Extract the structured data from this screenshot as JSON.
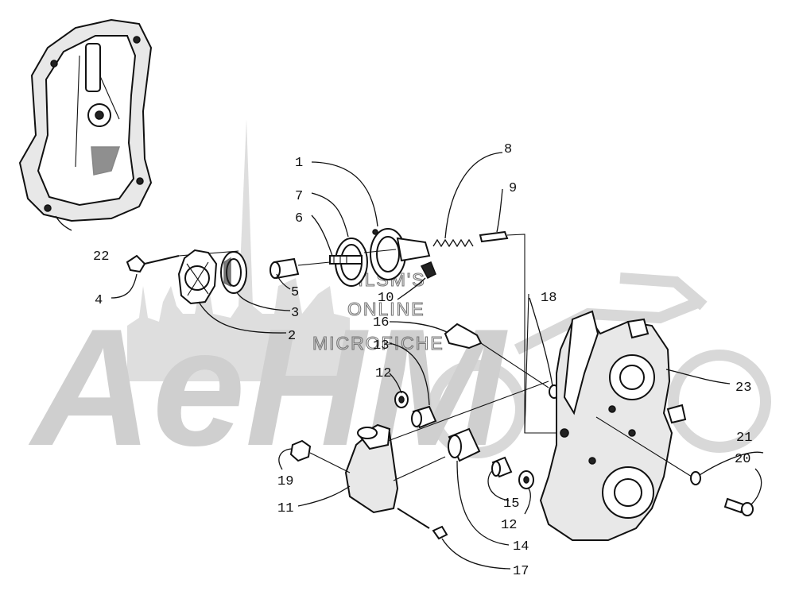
{
  "watermark": {
    "brand": "AeHM",
    "lines": [
      "HLSM'S",
      "ONLINE",
      "MICROFICHE"
    ]
  },
  "callouts": [
    {
      "id": "1",
      "text": "1"
    },
    {
      "id": "2",
      "text": "2"
    },
    {
      "id": "3",
      "text": "3"
    },
    {
      "id": "4",
      "text": "4"
    },
    {
      "id": "5",
      "text": "5"
    },
    {
      "id": "6",
      "text": "6"
    },
    {
      "id": "7",
      "text": "7"
    },
    {
      "id": "8",
      "text": "8"
    },
    {
      "id": "9",
      "text": "9"
    },
    {
      "id": "10",
      "text": "10"
    },
    {
      "id": "11",
      "text": "11"
    },
    {
      "id": "12a",
      "text": "12"
    },
    {
      "id": "12b",
      "text": "12"
    },
    {
      "id": "13",
      "text": "13"
    },
    {
      "id": "14",
      "text": "14"
    },
    {
      "id": "15",
      "text": "15"
    },
    {
      "id": "16",
      "text": "16"
    },
    {
      "id": "17",
      "text": "17"
    },
    {
      "id": "18",
      "text": "18"
    },
    {
      "id": "19",
      "text": "19"
    },
    {
      "id": "20",
      "text": "20"
    },
    {
      "id": "21",
      "text": "21"
    },
    {
      "id": "22",
      "text": "22"
    },
    {
      "id": "23",
      "text": "23"
    }
  ]
}
